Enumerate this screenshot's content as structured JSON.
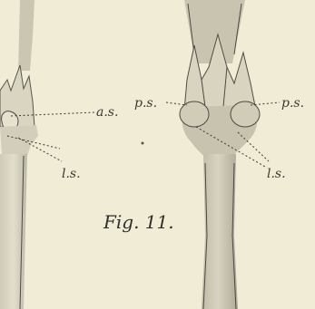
{
  "plate": {
    "background": "#f1ecd6",
    "ink": "#3a3a35",
    "labels": {
      "as": "a.s.",
      "ls_left": "l.s.",
      "ps_left": "p.s.",
      "ps_right": "p.s.",
      "ls_right": "l.s."
    },
    "figure_caption": "Fig. 11."
  }
}
